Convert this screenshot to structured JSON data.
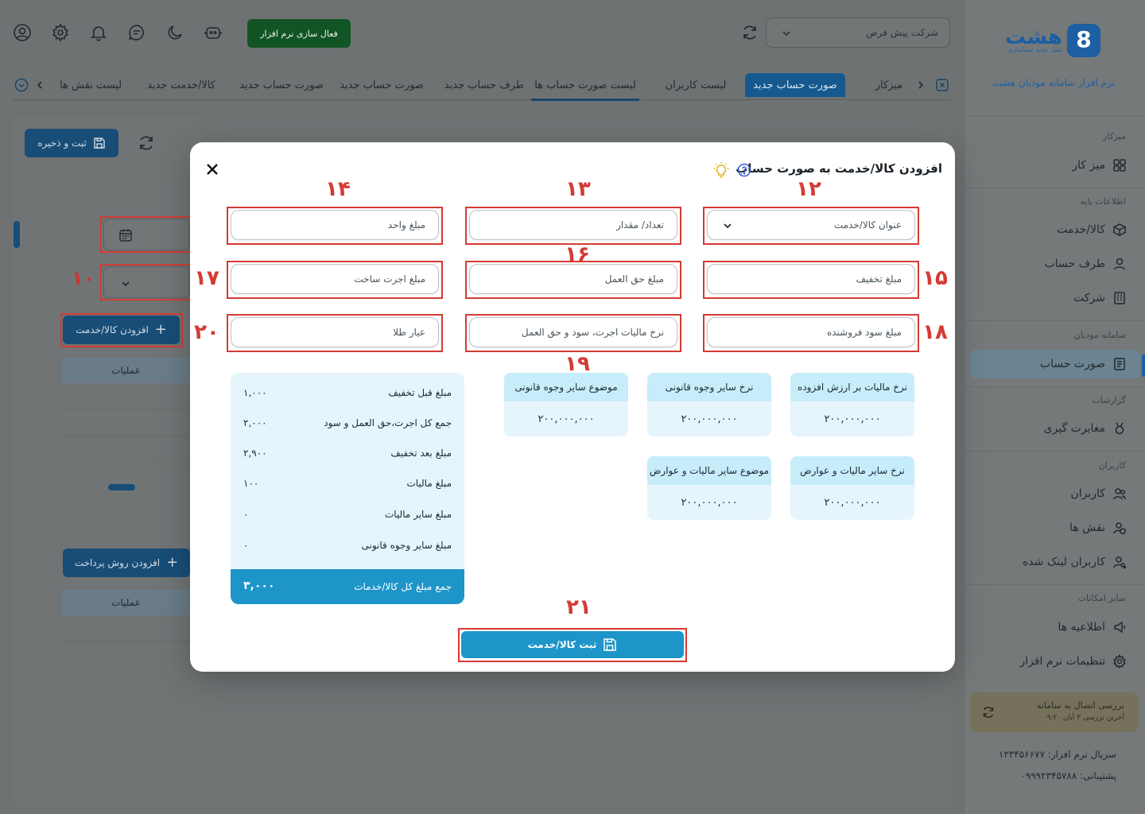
{
  "sidebar": {
    "app_name": "نرم افزار سامانه مودیان هشت",
    "logo_text": "هشت",
    "logo_sub": "نسل جدید حسابداری",
    "sections": {
      "dashboard": "میزکار",
      "base_info": "اطلاعات پایه",
      "taxpayers": "سامانه مودیان",
      "reports": "گزارشات",
      "users": "کاربران",
      "other": "سایر امکانات"
    },
    "items": {
      "desk": "میز کار",
      "goods": "کالا/خدمت",
      "party": "طرف حساب",
      "company": "شرکت",
      "invoice": "صورت حساب",
      "discrepancy": "مغایرت گیری",
      "users": "کاربران",
      "roles": "نقش ها",
      "linked_users": "کاربران لینک شده",
      "announcements": "اطلاعیه ها",
      "settings": "تنظیمات نرم افزار"
    },
    "connection_check": {
      "title": "بررسی اتصال به سامانه",
      "last_check": "آخرین بررسی ۳ آبان ۰۹:۲۰"
    },
    "serial": "سریال نرم افزار: ۱۲۳۴۵۶۶۷۷",
    "support": "پشتیبانی: ۰۹۹۹۲۳۴۵۷۸۸"
  },
  "topbar": {
    "activate_label": "فعال سازی نرم افزار",
    "company_value": "شرکت پیش فرض"
  },
  "tabs": [
    "میزکار",
    "صورت حساب جدید",
    "لیست کاربران",
    "لیست صورت حساب ها",
    "طرف حساب جدید",
    "صورت حساب جدید",
    "صورت حساب جدید",
    "کالا/خدمت جدید",
    "لیست نقش ها"
  ],
  "page": {
    "save_label": "ثبت و ذخیره",
    "add_item_label": "افزودن کالا/خدمت",
    "operations_label": "عملیات",
    "add_payment_label": "افزودن روش پرداخت",
    "marker_10": "۱۰"
  },
  "modal": {
    "title": "افزودن کالا/خدمت به صورت حساب",
    "fields": {
      "item_title": "عنوان کالا/خدمت",
      "quantity": "تعداد/ مقدار",
      "unit_price": "مبلغ واحد",
      "discount": "مبلغ تخفیف",
      "commission": "مبلغ حق العمل",
      "making_fee": "مبلغ اجرت ساخت",
      "seller_profit": "مبلغ سود فروشنده",
      "tax_rate_fee": "نرخ مالیات اجرت، سود و حق العمل",
      "gold_karat": "عیار طلا"
    },
    "markers": {
      "m12": "۱۲",
      "m13": "۱۳",
      "m14": "۱۴",
      "m15": "۱۵",
      "m16": "۱۶",
      "m17": "۱۷",
      "m18": "۱۸",
      "m19": "۱۹",
      "m20": "۲۰",
      "m21": "۲۱"
    },
    "stats": [
      {
        "label": "نرخ مالیات بر ارزش افزوده",
        "value": "۲۰۰,۰۰۰,۰۰۰"
      },
      {
        "label": "نرخ سایر وجوه قانونی",
        "value": "۲۰۰,۰۰۰,۰۰۰"
      },
      {
        "label": "موضوع سایر وجوه قانونی",
        "value": "۲۰۰,۰۰۰,۰۰۰"
      },
      {
        "label": "نرخ سایر مالیات و عوارض",
        "value": "۲۰۰,۰۰۰,۰۰۰"
      },
      {
        "label": "موضوع سایر مالیات و عوارض",
        "value": "۲۰۰,۰۰۰,۰۰۰"
      }
    ],
    "summary": [
      {
        "label": "مبلغ قبل تخفیف",
        "value": "۱,۰۰۰"
      },
      {
        "label": "جمع کل اجرت،حق العمل و سود",
        "value": "۲,۰۰۰"
      },
      {
        "label": "مبلغ بعد تخفیف",
        "value": "۲,۹۰۰"
      },
      {
        "label": "مبلغ مالیات",
        "value": "۱۰۰"
      },
      {
        "label": "مبلغ سایر مالیات",
        "value": "۰"
      },
      {
        "label": "مبلغ سایر وجوه قانونی",
        "value": "۰"
      }
    ],
    "summary_total": {
      "label": "جمع مبلغ کل کالا/خدمات",
      "value": "۳,۰۰۰"
    },
    "submit_label": "ثبت کالا/خدمت"
  },
  "colors": {
    "accent": "#1d95c9",
    "brand": "#1c5fa3",
    "marker_red": "#d43b34",
    "overlay": "#6f7273"
  }
}
